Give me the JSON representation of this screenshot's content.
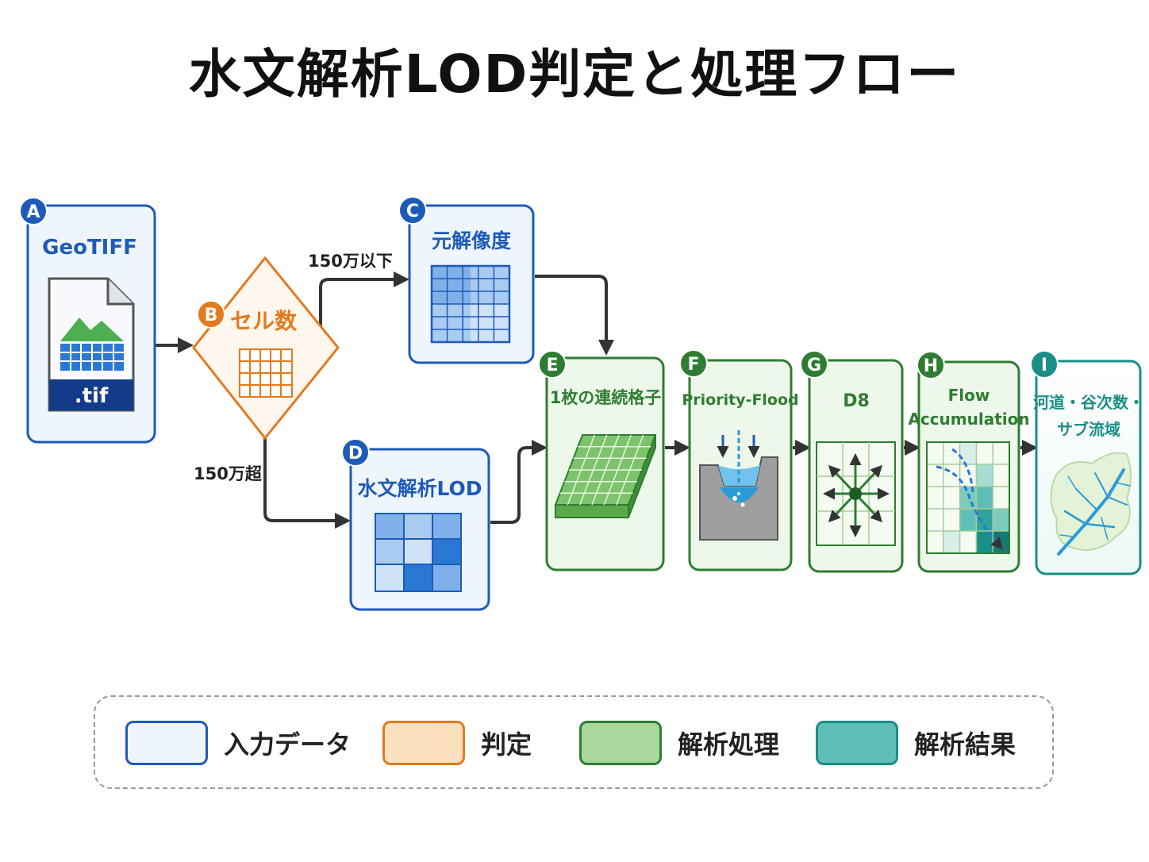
{
  "title": "水文解析LOD判定と処理フロー",
  "nodes": {
    "A": {
      "badge": "A",
      "label": "GeoTIFF",
      "file_ext": ".tif"
    },
    "B": {
      "badge": "B",
      "label": "セル数"
    },
    "C": {
      "badge": "C",
      "label": "元解像度"
    },
    "D": {
      "badge": "D",
      "label": "水文解析LOD"
    },
    "E": {
      "badge": "E",
      "label": "1枚の連続格子"
    },
    "F": {
      "badge": "F",
      "label": "Priority-Flood"
    },
    "G": {
      "badge": "G",
      "label": "D8"
    },
    "H": {
      "badge": "H",
      "label_line1": "Flow",
      "label_line2": "Accumulation"
    },
    "I": {
      "badge": "I",
      "label_line1": "河道・谷次数・",
      "label_line2": "サブ流域"
    }
  },
  "edges": {
    "b_to_c": "150万以下",
    "b_to_d": "150万超"
  },
  "legend": [
    {
      "label": "入力データ",
      "fill": "#eef5fd",
      "stroke": "#1e5bb8"
    },
    {
      "label": "判定",
      "fill": "#fde0bd",
      "stroke": "#e27a1f"
    },
    {
      "label": "解析処理",
      "fill": "#a9d89a",
      "stroke": "#2e7d32"
    },
    {
      "label": "解析結果",
      "fill": "#5fbfb8",
      "stroke": "#1a8f87"
    }
  ],
  "colors": {
    "input": "#1e5bb8",
    "decision": "#e27a1f",
    "process": "#2e7d32",
    "result": "#1a8f87"
  }
}
